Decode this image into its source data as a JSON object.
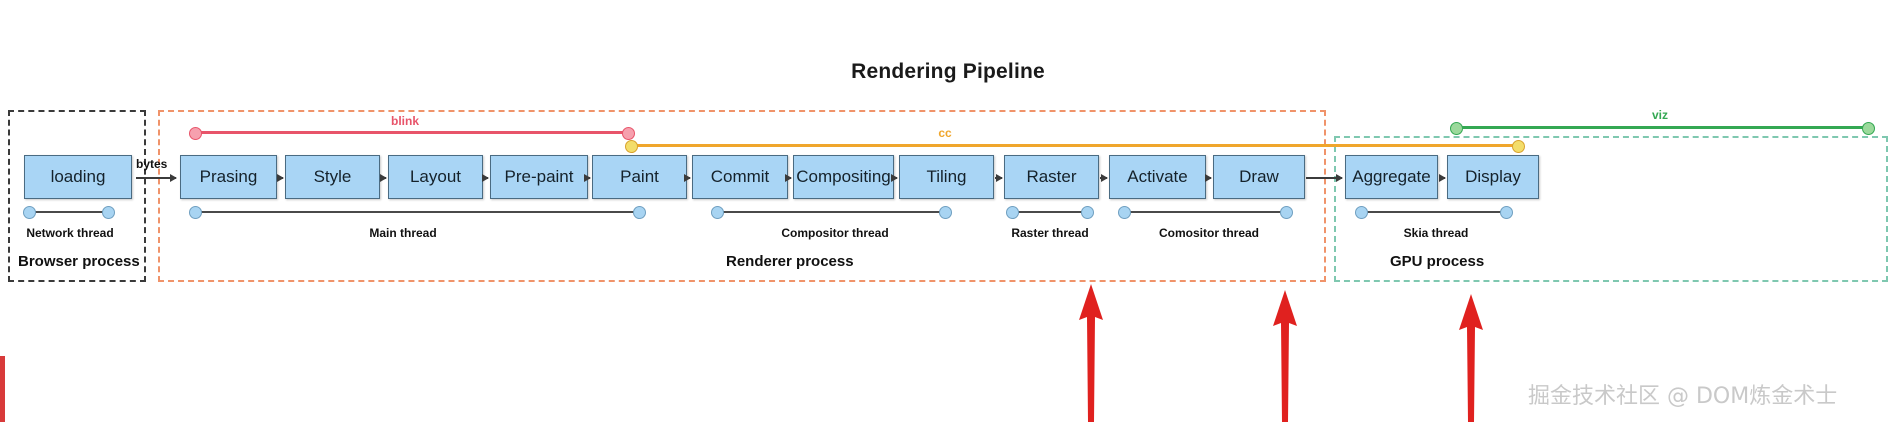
{
  "title": "Rendering Pipeline",
  "processes": [
    {
      "id": "browser",
      "label": "Browser process",
      "border_color": "#3a3a3a"
    },
    {
      "id": "renderer",
      "label": "Renderer process",
      "border_color": "#f0936a"
    },
    {
      "id": "gpu",
      "label": "GPU process",
      "border_color": "#7fc8b0"
    }
  ],
  "stages": [
    {
      "label": "loading",
      "process": "browser"
    },
    {
      "label": "Prasing",
      "process": "renderer"
    },
    {
      "label": "Style",
      "process": "renderer"
    },
    {
      "label": "Layout",
      "process": "renderer"
    },
    {
      "label": "Pre-paint",
      "process": "renderer"
    },
    {
      "label": "Paint",
      "process": "renderer"
    },
    {
      "label": "Commit",
      "process": "renderer"
    },
    {
      "label": "Compositing",
      "process": "renderer"
    },
    {
      "label": "Tiling",
      "process": "renderer"
    },
    {
      "label": "Raster",
      "process": "renderer"
    },
    {
      "label": "Activate",
      "process": "renderer"
    },
    {
      "label": "Draw",
      "process": "renderer"
    },
    {
      "label": "Aggregate",
      "process": "gpu"
    },
    {
      "label": "Display",
      "process": "gpu"
    }
  ],
  "connector_label": "bytes",
  "threads": [
    {
      "label": "Network thread",
      "spans": "loading"
    },
    {
      "label": "Main thread",
      "spans": "Prasing..Paint"
    },
    {
      "label": "Compositor thread",
      "spans": "Commit..Tiling"
    },
    {
      "label": "Raster thread",
      "spans": "Raster"
    },
    {
      "label": "Comositor thread",
      "spans": "Activate..Draw"
    },
    {
      "label": "Skia thread",
      "spans": "Aggregate..Display"
    }
  ],
  "phases": [
    {
      "label": "blink",
      "color": "#e8546a",
      "dot_fill": "#f6a0ae"
    },
    {
      "label": "cc",
      "color": "#f0a62c",
      "dot_fill": "#f3dd6a"
    },
    {
      "label": "viz",
      "color": "#34a853",
      "dot_fill": "#9bd99b"
    }
  ],
  "annotations": {
    "arrow_color": "#e0211f",
    "arrow_count": 3
  },
  "watermark": "掘金技术社区 @ DOM炼金术士",
  "colors": {
    "stage_fill": "#a9d5f5",
    "stage_border": "#4a6b82",
    "thread_dot": "#a8d4f2"
  }
}
